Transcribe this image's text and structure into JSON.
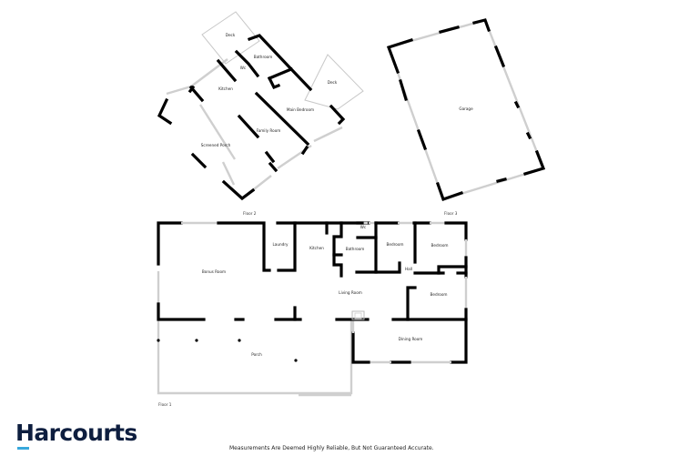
{
  "brand": {
    "name": "Harcourts",
    "text_color": "#0e1e3f",
    "accent_color": "#38a8dc"
  },
  "disclaimer": "Measurements Are Deemed Highly Reliable, But Not Guaranteed Accurate.",
  "floors": [
    {
      "label": "Floor 1",
      "rooms": [
        "Bonus Room",
        "Laundry",
        "Kitchen",
        "Bathroom",
        "Wc",
        "Bedroom",
        "Bedroom",
        "Hall",
        "Bedroom",
        "Living Room",
        "Dining Room",
        "Porch"
      ]
    },
    {
      "label": "Floor 2",
      "rooms": [
        "Deck",
        "Bathroom",
        "Wc",
        "Kitchen",
        "Deck",
        "Main Bedroom",
        "Family Room",
        "Screened Porch"
      ]
    },
    {
      "label": "Floor 3",
      "rooms": [
        "Garage"
      ]
    }
  ],
  "labels": {
    "floor1": "Floor 1",
    "floor2": "Floor 2",
    "floor3": "Floor 3",
    "f2_deck_top": "Deck",
    "f2_bathroom": "Bathroom",
    "f2_wc": "Wc",
    "f2_kitchen": "Kitchen",
    "f2_deck_right": "Deck",
    "f2_main_bedroom": "Main Bedroom",
    "f2_family_room": "Family Room",
    "f2_screened_porch": "Screened Porch",
    "f3_garage": "Garage",
    "f1_bonus_room": "Bonus Room",
    "f1_laundry": "Laundry",
    "f1_kitchen": "Kitchen",
    "f1_bathroom": "Bathroom",
    "f1_wc": "Wc",
    "f1_bedroom_1": "Bedroom",
    "f1_bedroom_2": "Bedroom",
    "f1_hall": "Hall",
    "f1_bedroom_3": "Bedroom",
    "f1_living_room": "Living Room",
    "f1_dining_room": "Dining Room",
    "f1_porch": "Porch"
  }
}
